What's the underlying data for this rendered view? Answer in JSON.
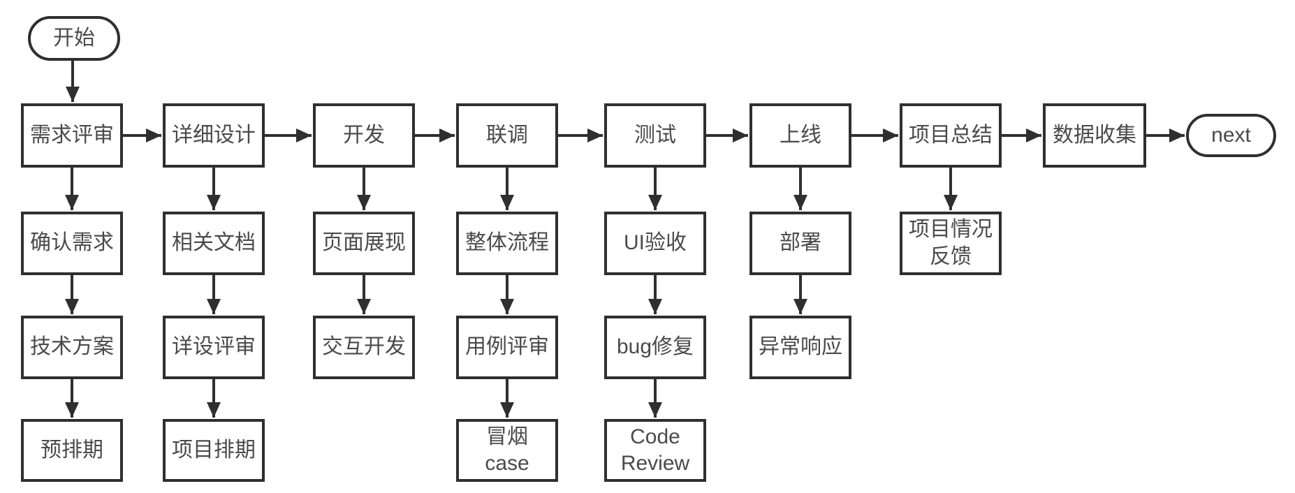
{
  "flowchart": {
    "terminals": {
      "start": "开始",
      "end": "next"
    },
    "main_flow": [
      "需求评审",
      "详细设计",
      "开发",
      "联调",
      "测试",
      "上线",
      "项目总结",
      "数据收集"
    ],
    "sub_steps": {
      "requirement_review": [
        "确认需求",
        "技术方案",
        "预排期"
      ],
      "detailed_design": [
        "相关文档",
        "详设评审",
        "项目排期"
      ],
      "development": [
        "页面展现",
        "交互开发"
      ],
      "integration": [
        "整体流程",
        "用例评审",
        "冒烟\ncase"
      ],
      "testing": [
        "UI验收",
        "bug修复",
        "Code\nReview"
      ],
      "launch": [
        "部署",
        "异常响应"
      ],
      "project_summary": [
        "项目情况\n反馈"
      ]
    },
    "colors": {
      "border": "#2f2f2f",
      "text": "#4a4a4a",
      "background": "#ffffff"
    }
  }
}
